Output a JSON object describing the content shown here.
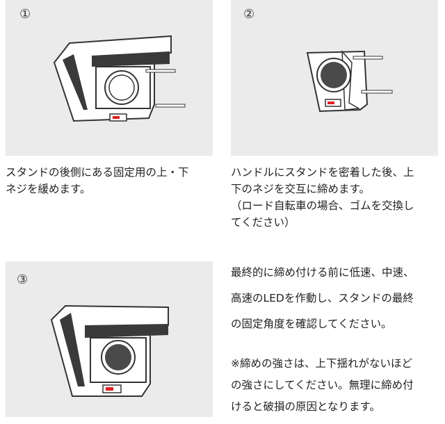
{
  "steps": [
    {
      "number": "①",
      "text": "スタンドの後側にある固定用の上・下\nネジを緩めます。"
    },
    {
      "number": "②",
      "text": "ハンドルにスタンドを密着した後、上\n下のネジを交互に締めます。\n（ロード自転車の場合、ゴムを交換し\nてください）"
    },
    {
      "number": "③",
      "text": "最終的に締め付ける前に低速、中速、\n高速のLEDを作動し、スタンドの最終\nの固定角度を確認してください。"
    }
  ],
  "note": "※締めの強さは、上下揺れがないほど\nの強さにしてください。無理に締め付\nけると破損の原因となります。",
  "colors": {
    "panel_bg": "#ebebeb",
    "pad": "#3a3a3a",
    "led": "#e02020",
    "text": "#222222"
  }
}
